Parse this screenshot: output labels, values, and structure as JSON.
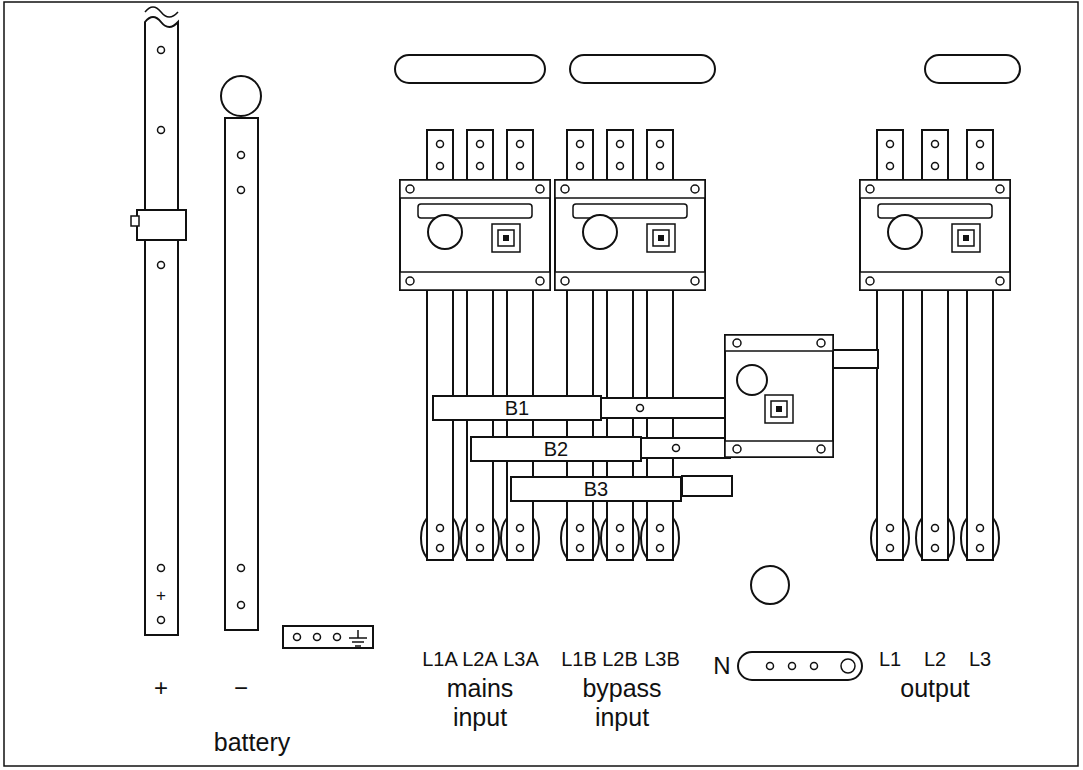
{
  "diagram": {
    "nodes": [
      {
        "text": [
          "B1"
        ]
      },
      {
        "text": [
          "B2"
        ]
      },
      {
        "text": [
          "B3"
        ]
      }
    ],
    "labels": [
      "+",
      "+",
      "−",
      "battery",
      "L1A",
      "L2A",
      "L3A",
      "mains input",
      "L1B",
      "L2B",
      "L3B",
      "bypass input",
      "N",
      "L1",
      "L2",
      "L3",
      "output"
    ]
  }
}
